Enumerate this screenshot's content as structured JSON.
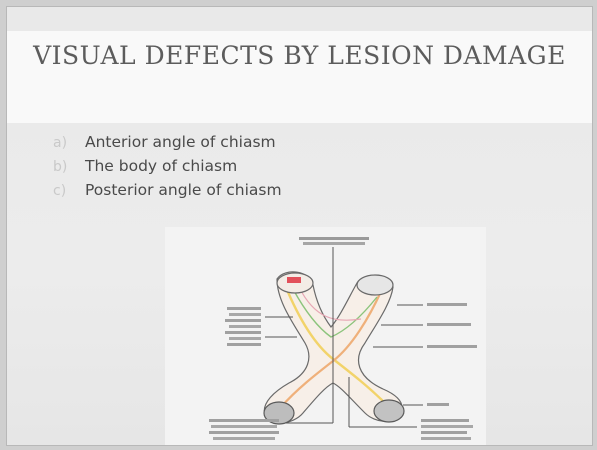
{
  "slide": {
    "title": "VISUAL DEFECTS BY LESION DAMAGE",
    "items": [
      {
        "marker": "a)",
        "text": "Anterior angle of chiasm"
      },
      {
        "marker": "b)",
        "text": "The body of chiasm"
      },
      {
        "marker": "c)",
        "text": "Posterior angle of chiasm"
      }
    ]
  },
  "colors": {
    "title": "#5c5c5c",
    "text": "#4a4a4a",
    "marker": "#c9c9c9",
    "slide_bg": "#ebebeb",
    "title_band": "#f9f9f9",
    "lesion_red": "#e2505a"
  }
}
